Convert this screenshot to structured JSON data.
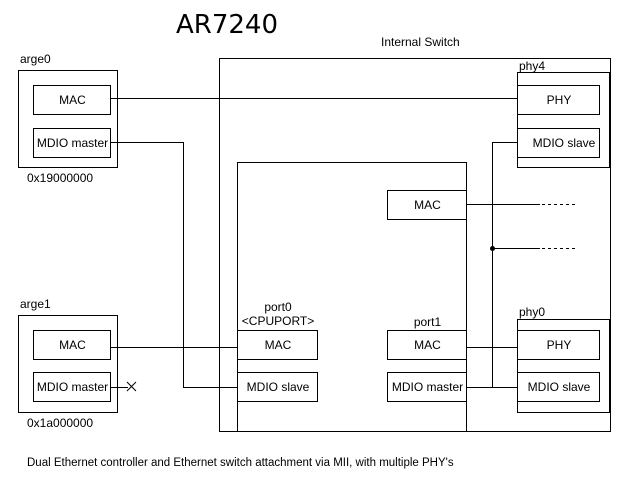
{
  "title": "AR7240",
  "switch": {
    "label": "Internal Switch",
    "port0": {
      "name": "port0",
      "tag": "<CPUPORT>",
      "mac": "MAC",
      "mdio": "MDIO slave"
    },
    "port1": {
      "name": "port1",
      "mac": "MAC",
      "mdio": "MDIO master"
    },
    "inner_mac": "MAC"
  },
  "arge0": {
    "name": "arge0",
    "mac": "MAC",
    "mdio": "MDIO master",
    "address": "0x19000000"
  },
  "arge1": {
    "name": "arge1",
    "mac": "MAC",
    "mdio": "MDIO master",
    "address": "0x1a000000"
  },
  "phy4": {
    "name": "phy4",
    "phy": "PHY",
    "mdio": "MDIO slave"
  },
  "phy0": {
    "name": "phy0",
    "phy": "PHY",
    "mdio": "MDIO slave"
  },
  "caption": "Dual Ethernet controller and Ethernet switch attachment via MII, with multiple PHY's",
  "line_color": "#000000"
}
